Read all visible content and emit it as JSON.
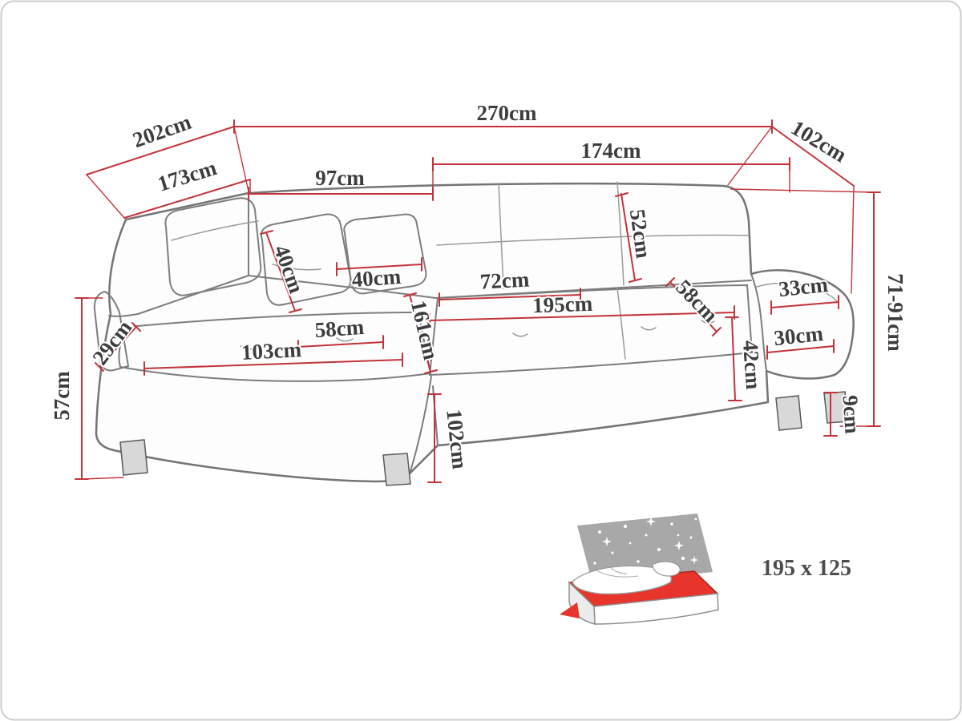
{
  "diagram": {
    "type": "furniture-dimension-diagram",
    "subject": "corner sofa bed with sleeping function",
    "unit": "cm",
    "colors": {
      "dimension_line": "#c2333b",
      "label_text": "#3d3d3d",
      "sofa_outline": "#747474",
      "bed_icon_red": "#e8352c",
      "bed_icon_gray": "#a8a8a8"
    },
    "dimensions": {
      "overall_width": "270cm",
      "left_diagonal_depth": "202cm",
      "right_diagonal_depth": "102cm",
      "chaise_back_length": "173cm",
      "back_left_width": "97cm",
      "back_right_width": "174cm",
      "backrest_height": "52cm",
      "pillow_height": "40cm",
      "pillow_width": "40cm",
      "seat_depth": "72cm",
      "seat_width": "195cm",
      "seat_side_depth": "58cm",
      "armrest_top_width": "33cm",
      "corner_depth": "29cm",
      "chaise_seat_width": "58cm",
      "chaise_seat_length": "103cm",
      "chaise_total_length": "161cm",
      "armrest_base_width": "30cm",
      "seat_height": "42cm",
      "side_height": "57cm",
      "total_height": "71-91cm",
      "leg_height": "9cm",
      "chaise_side_length": "102cm"
    },
    "sleeping_area": {
      "size_label": "195 x 125"
    }
  }
}
